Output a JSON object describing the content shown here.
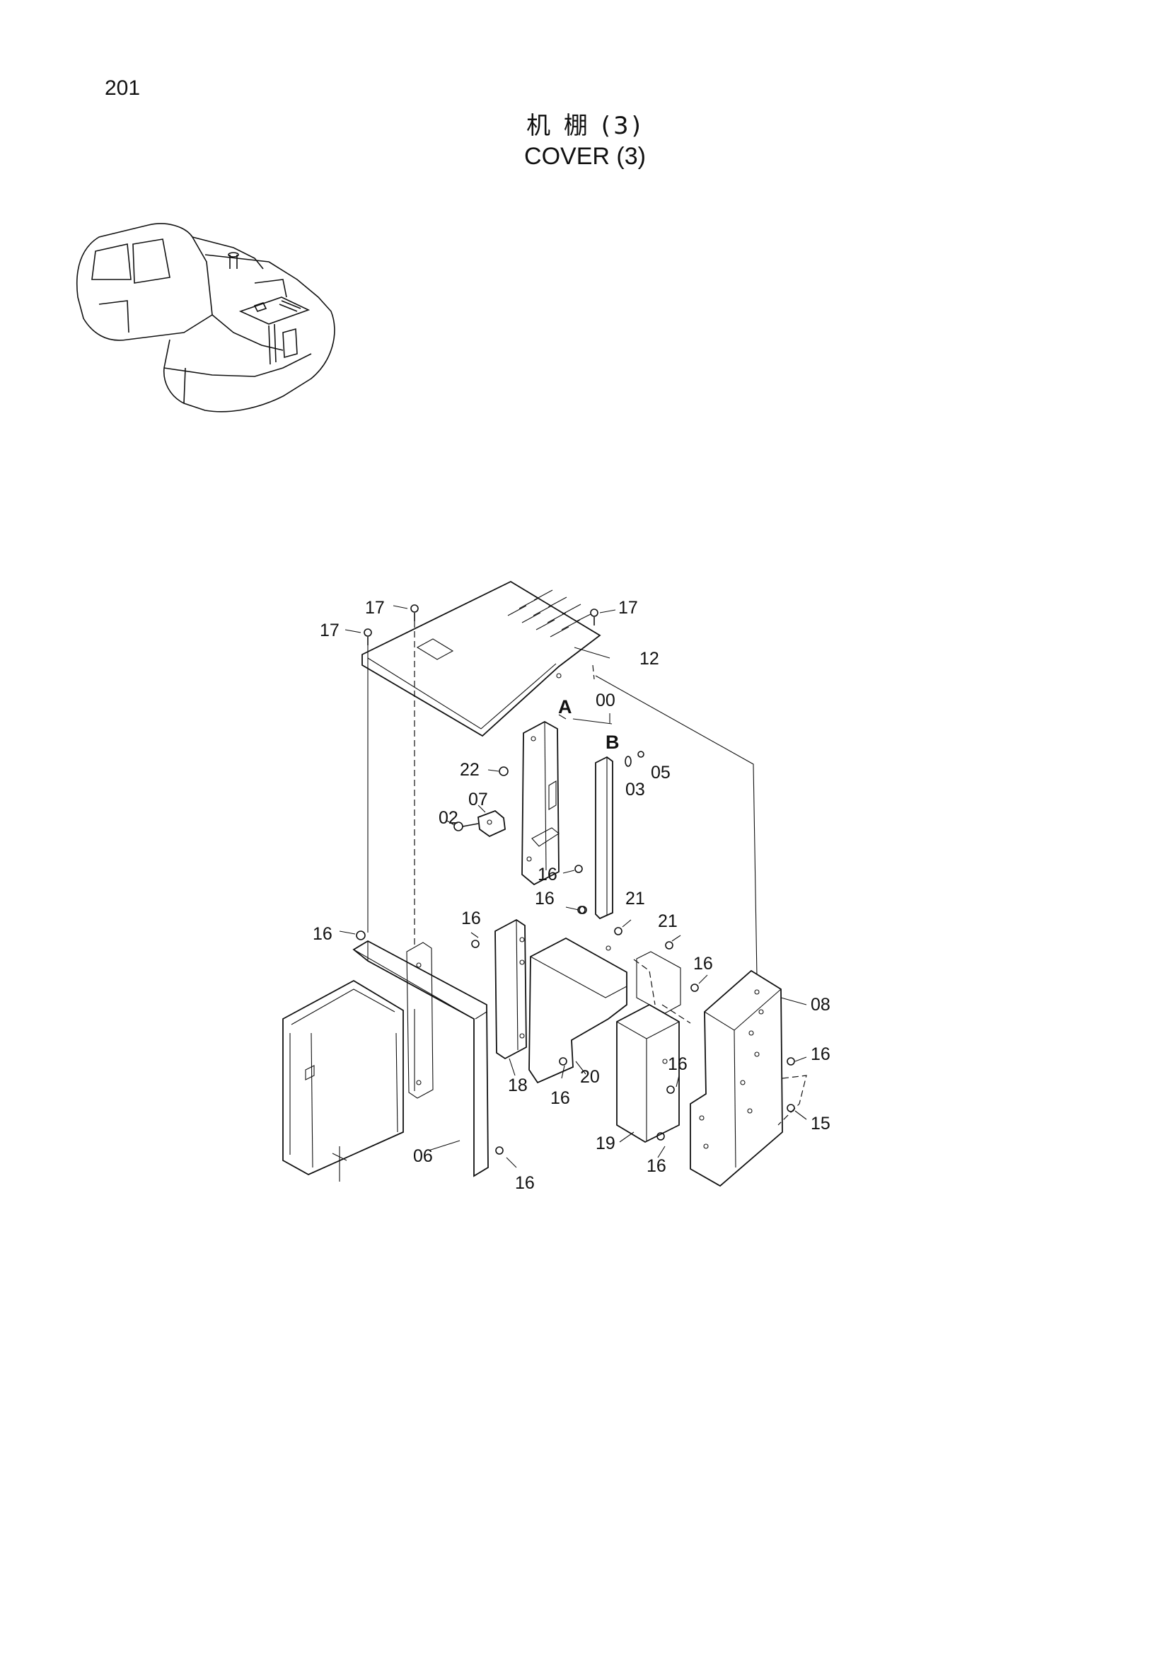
{
  "page_number": "201",
  "title_cn": "机 棚 (3)",
  "title_en": "COVER (3)",
  "callouts": {
    "c17a": "17",
    "c17b": "17",
    "c17c": "17",
    "c12": "12",
    "c00": "00",
    "cA": "A",
    "cB": "B",
    "c22": "22",
    "c05": "05",
    "c03": "03",
    "c07": "07",
    "c02": "02",
    "c16a": "16",
    "c16b": "16",
    "c16c": "16",
    "c16d": "16",
    "c21a": "21",
    "c21b": "21",
    "c16e": "16",
    "c08": "08",
    "c16f": "16",
    "c16g": "16",
    "c15": "15",
    "c20": "20",
    "c18": "18",
    "c16h": "16",
    "c19": "19",
    "c16i": "16",
    "c06": "06",
    "c16j": "16"
  }
}
